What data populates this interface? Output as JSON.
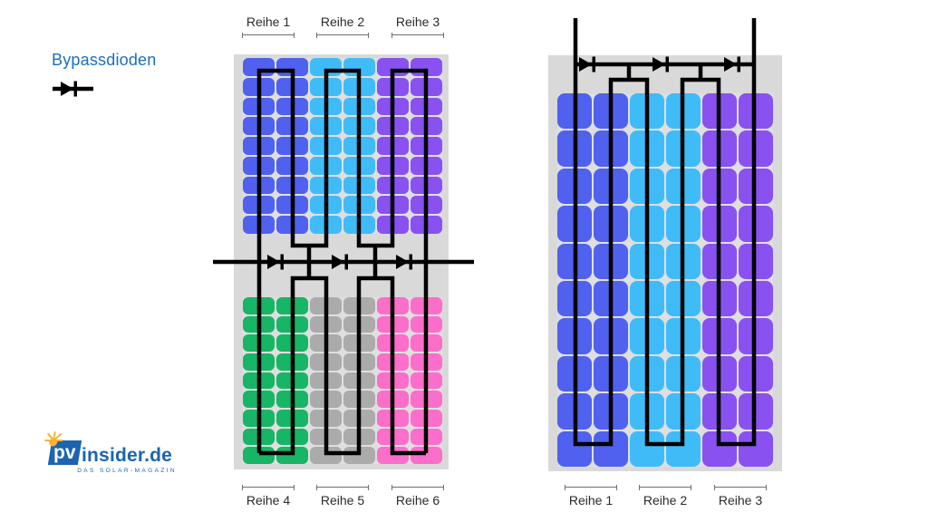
{
  "legend": {
    "title": "Bypassdioden"
  },
  "left_module": {
    "kind": "half-cell-module",
    "top_labels": [
      "Reihe 1",
      "Reihe 2",
      "Reihe 3"
    ],
    "bottom_labels": [
      "Reihe 4",
      "Reihe 5",
      "Reihe 6"
    ],
    "top_grid": {
      "rows": 9,
      "cols": 6,
      "column_colors": [
        "blue",
        "blue",
        "cyan",
        "cyan",
        "purple",
        "purple"
      ]
    },
    "bottom_grid": {
      "rows": 9,
      "cols": 6,
      "column_colors": [
        "green",
        "green",
        "gray",
        "gray",
        "pink",
        "pink"
      ]
    },
    "bypass_diode_count": 3
  },
  "right_module": {
    "kind": "full-cell-module",
    "bottom_labels": [
      "Reihe 1",
      "Reihe 2",
      "Reihe 3"
    ],
    "grid": {
      "rows": 10,
      "cols": 6,
      "column_colors": [
        "blue",
        "blue",
        "cyan",
        "cyan",
        "purple",
        "purple"
      ]
    },
    "bypass_diode_count": 3
  },
  "colors": {
    "blue": "#4f61ee",
    "cyan": "#3fbcf8",
    "purple": "#8951f0",
    "green": "#17b566",
    "gray": "#ababab",
    "pink": "#fb6ec9",
    "module_bg": "#d9d9d9",
    "cell_gap": "#dfdfdf",
    "wire": "#000000",
    "accent_blue": "#1b6ec1",
    "measure_line": "#6e6e6e",
    "logo_blue": "#1c64af"
  },
  "logo": {
    "mark": "pv",
    "name": "insider.de",
    "tagline": "DAS SOLAR-MAGAZIN"
  }
}
